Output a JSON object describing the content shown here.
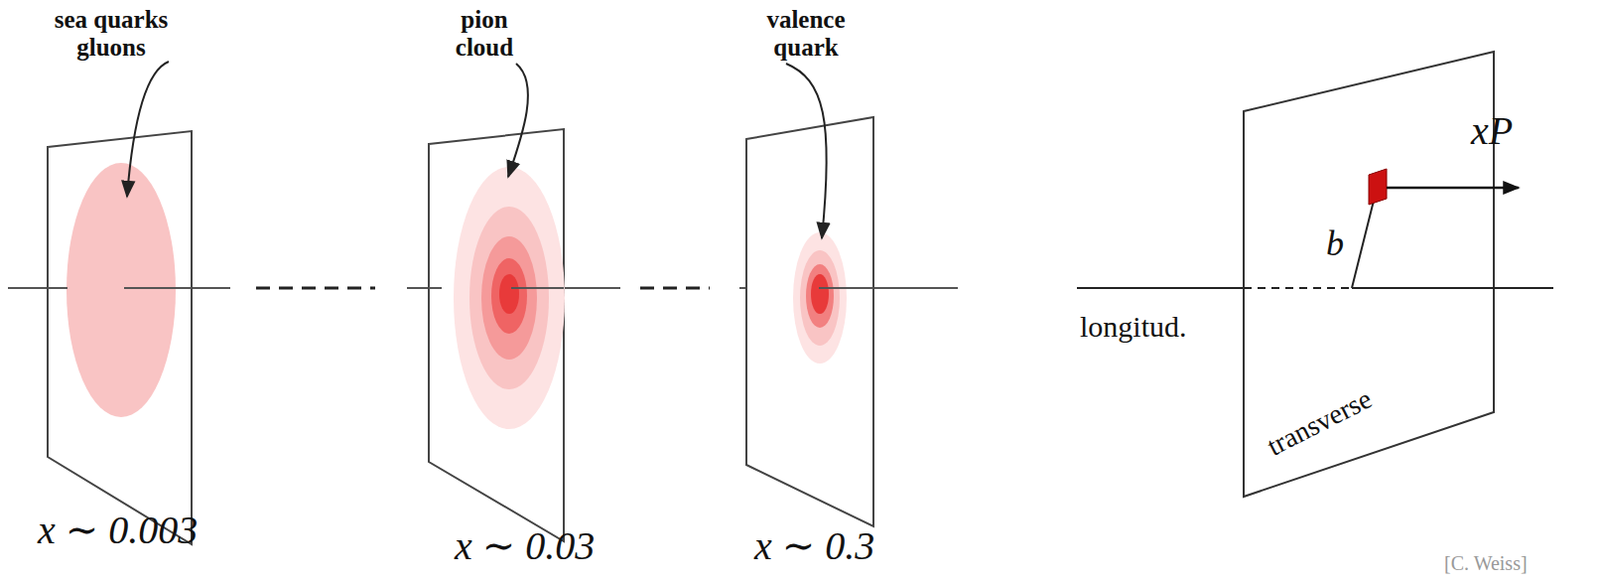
{
  "diagram": {
    "labels": [
      "sea quarks gluons",
      "pion cloud",
      "valence quark",
      "x ∼ 0.003",
      "x ∼ 0.03",
      "x ∼ 0.3",
      "xP",
      "b",
      "longitud.",
      "transverse",
      "[C. Weiss]"
    ]
  }
}
